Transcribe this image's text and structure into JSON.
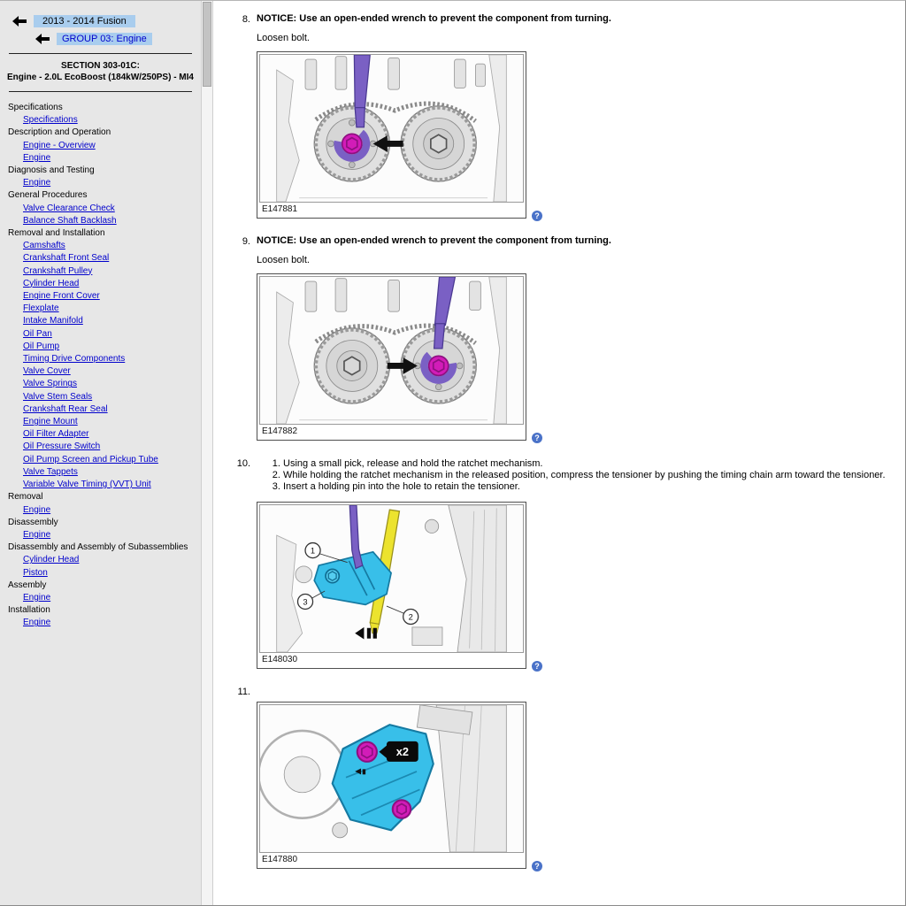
{
  "icons": {
    "back_arrow": "left-arrow",
    "help_glyph": "?"
  },
  "colors": {
    "sidebar_background": "#e7e7e7",
    "breadcrumb_highlight": "#a9cdee",
    "link_blue": "#0000cc",
    "wrench_purple": "#7a60c4",
    "bolt_magenta": "#d21cb8",
    "tensioner_blue": "#38bfe9",
    "chain_arm_yellow": "#ece32e",
    "help_icon_blue": "#4a72c8"
  },
  "sidebar": {
    "breadcrumbs": [
      {
        "label": "2013 - 2014 Fusion"
      },
      {
        "label": "GROUP 03: Engine"
      }
    ],
    "section_title_line1": "SECTION 303-01C:",
    "section_title_line2": "Engine - 2.0L EcoBoost (184kW/250PS) - MI4",
    "nav": [
      {
        "heading": "Specifications",
        "links": [
          "Specifications"
        ]
      },
      {
        "heading": "Description and Operation",
        "links": [
          "Engine - Overview",
          "Engine"
        ]
      },
      {
        "heading": "Diagnosis and Testing",
        "links": [
          "Engine"
        ]
      },
      {
        "heading": "General Procedures",
        "links": [
          "Valve Clearance Check",
          "Balance Shaft Backlash"
        ]
      },
      {
        "heading": "Removal and Installation",
        "links": [
          "Camshafts",
          "Crankshaft Front Seal",
          "Crankshaft Pulley",
          "Cylinder Head",
          "Engine Front Cover",
          "Flexplate",
          "Intake Manifold",
          "Oil Pan",
          "Oil Pump",
          "Timing Drive Components",
          "Valve Cover",
          "Valve Springs",
          "Valve Stem Seals",
          "Crankshaft Rear Seal",
          "Engine Mount",
          "Oil Filter Adapter",
          "Oil Pressure Switch",
          "Oil Pump Screen and Pickup Tube",
          "Valve Tappets",
          "Variable Valve Timing (VVT) Unit"
        ]
      },
      {
        "heading": "Removal",
        "links": [
          "Engine"
        ]
      },
      {
        "heading": "Disassembly",
        "links": [
          "Engine"
        ]
      },
      {
        "heading": "Disassembly and Assembly of Subassemblies",
        "links": [
          "Cylinder Head",
          "Piston"
        ]
      },
      {
        "heading": "Assembly",
        "links": [
          "Engine"
        ]
      },
      {
        "heading": "Installation",
        "links": [
          "Engine"
        ]
      }
    ]
  },
  "content": {
    "steps": [
      {
        "number": "8.",
        "notice": "NOTICE: Use an open-ended wrench to prevent the component from turning.",
        "body": "Loosen bolt.",
        "figure_label": "E147881"
      },
      {
        "number": "9.",
        "notice": "NOTICE: Use an open-ended wrench to prevent the component from turning.",
        "body": "Loosen bolt.",
        "figure_label": "E147882"
      },
      {
        "number": "10.",
        "substeps": [
          "Using a small pick, release and hold the ratchet mechanism.",
          "While holding the ratchet mechanism in the released position, compress the tensioner by pushing the timing chain arm toward the tensioner.",
          "Insert a holding pin into the hole to retain the tensioner."
        ],
        "callouts": [
          "1",
          "2",
          "3"
        ],
        "figure_label": "E148030"
      },
      {
        "number": "11.",
        "figure_badge": "x2",
        "figure_label": "E147880"
      }
    ]
  }
}
